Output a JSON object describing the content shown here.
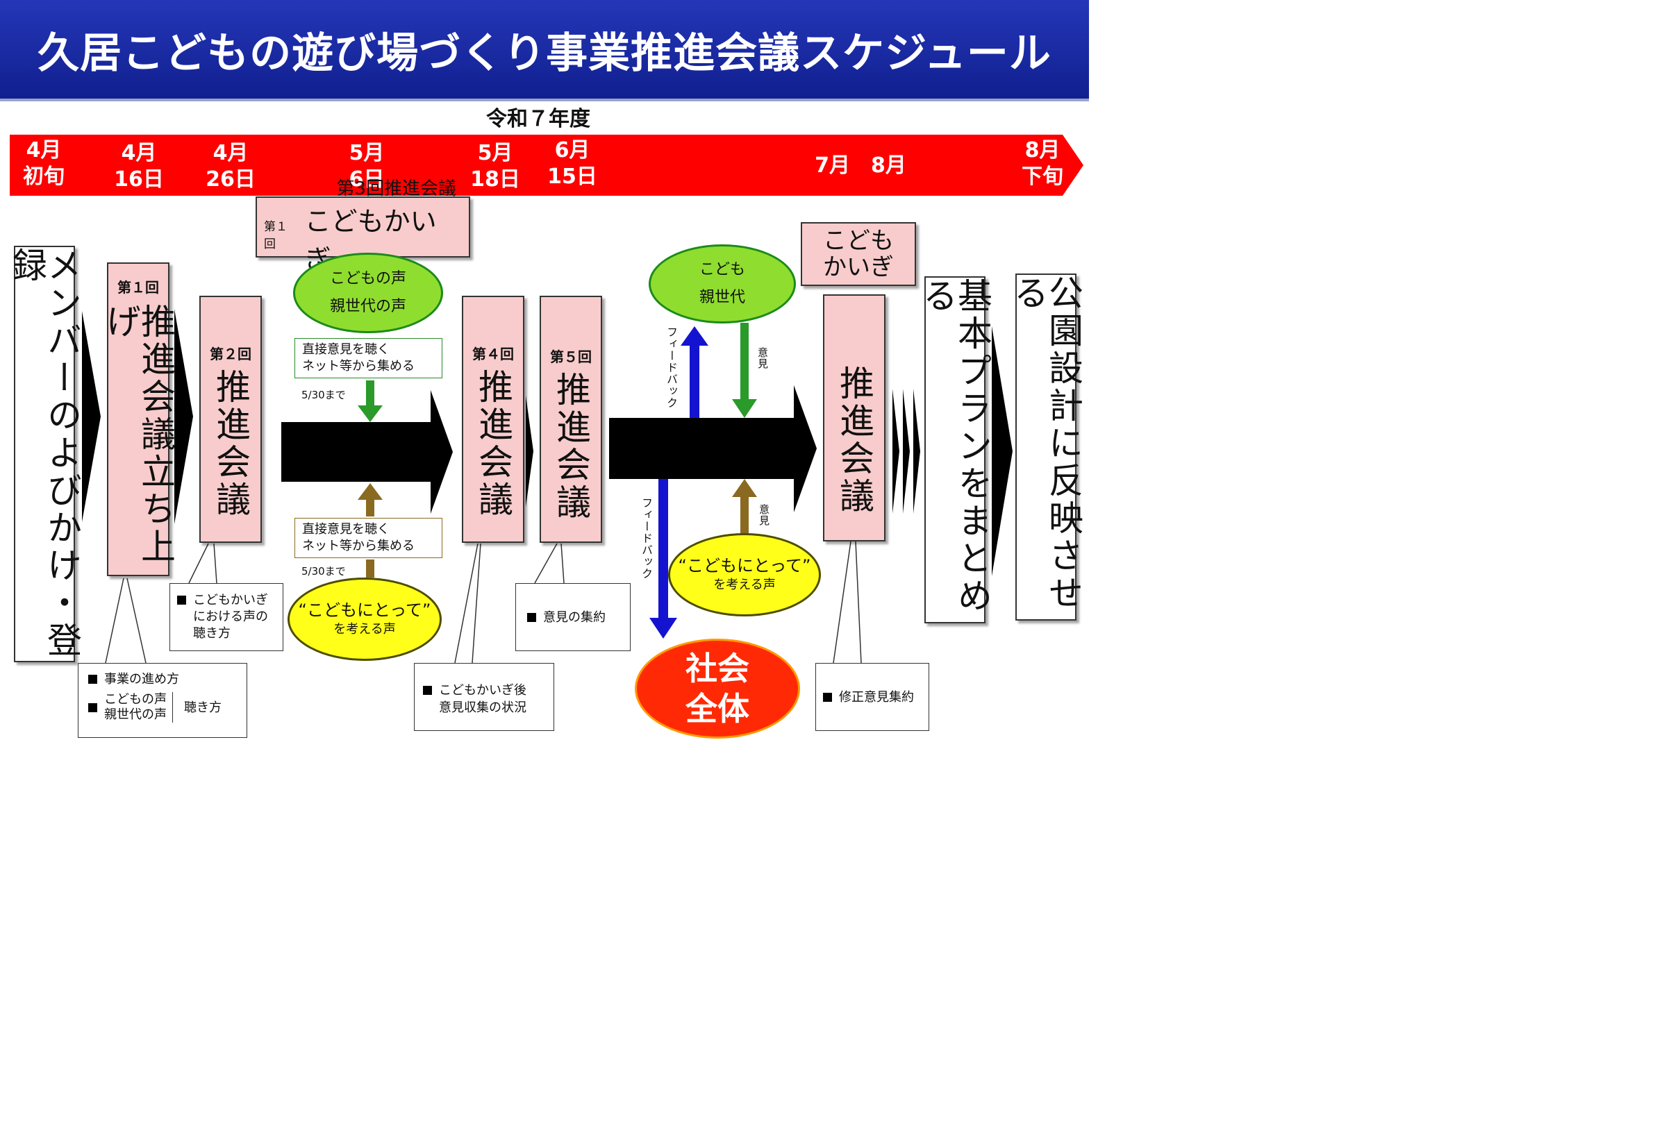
{
  "title": "久居こどもの遊び場づくり事業推進会議スケジュール",
  "fiscal_year": "令和７年度",
  "timeline": [
    "4月\n初旬",
    "4月\n16日",
    "4月\n26日",
    "5月\n6日",
    "5月\n18日",
    "6月\n15日",
    "7月　8月",
    "8月\n下旬"
  ],
  "steps": {
    "member": "メンバーのよびかけ・登録",
    "launch_round": "第１回",
    "launch": "推進会議立ち上げ",
    "second_round": "第２回",
    "meeting": "推進会議",
    "third_round_label": "第3回推進会議",
    "kodomo_round": "第１回",
    "kodomo_kaigi": "こどもかいぎ",
    "fourth_round": "第４回",
    "fifth_round": "第５回",
    "kodomo_kaigi_2_line1": "こども",
    "kodomo_kaigi_2_line2": "かいぎ",
    "plan": "基本プランをまとめる",
    "park": "公園設計に反映させる"
  },
  "voices": {
    "green1_line1": "こどもの声",
    "green1_line2": "親世代の声",
    "green2_line1": "こども",
    "green2_line2": "親世代",
    "yellow_line1": "“こどもにとって”",
    "yellow_line2": "を考える声",
    "society_line1": "社会",
    "society_line2": "全体",
    "collect_line1": "直接意見を聴く",
    "collect_line2": "ネット等から集める",
    "deadline": "5/30まで",
    "feedback": "フィードバック",
    "opinion": "意見"
  },
  "notes": {
    "launch_item1": "事業の進め方",
    "launch_item2a": "こどもの声",
    "launch_item2b": "親世代の声",
    "launch_item2c": "聴き方",
    "second_line1": "こどもかいぎ",
    "second_line2": "における声の",
    "second_line3": "聴き方",
    "fourth_line1": "こどもかいぎ後",
    "fourth_line2": "意見収集の状況",
    "fifth": "意見の集約",
    "final": "修正意見集約"
  }
}
